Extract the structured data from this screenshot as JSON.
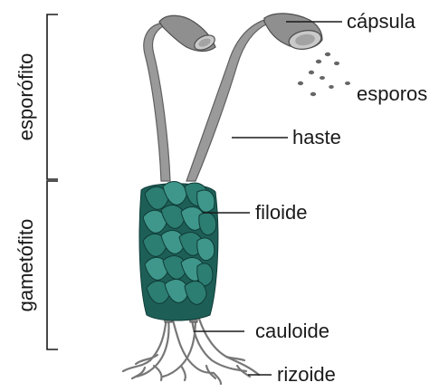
{
  "labels": {
    "capsula": "cápsula",
    "esporos": "esporos",
    "haste": "haste",
    "filoide": "filoide",
    "cauloide": "cauloide",
    "rizoide": "rizoide"
  },
  "groups": {
    "sporophyte": "esporófito",
    "gametophyte": "gametófito"
  },
  "colors": {
    "leaf_dark": "#1d5f57",
    "leaf_mid": "#2c7d72",
    "leaf_light": "#3f978b",
    "stalk": "#9a9a9a",
    "stalk_shadow": "#6e6e6e",
    "capsule": "#8f8f8f",
    "capsule_light": "#c9c9c9",
    "root": "#777777",
    "ink": "#1a1a1a"
  }
}
